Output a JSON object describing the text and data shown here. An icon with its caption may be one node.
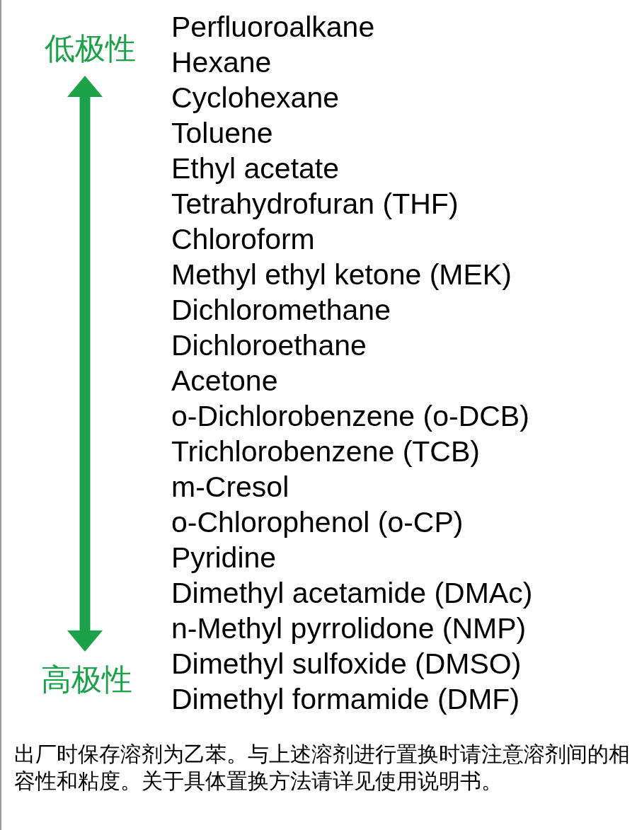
{
  "diagram": {
    "labels": [
      "低极性",
      "Perfluoroalkane",
      "Hexane",
      "Cyclohexane",
      "Toluene",
      "Ethyl acetate",
      "Tetrahydrofuran (THF)",
      "Chloroform",
      "Methyl ethyl ketone (MEK)",
      "Dichloromethane",
      "Dichloroethane",
      "Acetone",
      "o-Dichlorobenzene (o-DCB)",
      "Trichlorobenzene (TCB)",
      "m-Cresol",
      "o-Chlorophenol (o-CP)",
      "Pyridine",
      "Dimethyl acetamide (DMAc)",
      "n-Methyl pyrrolidone (NMP)",
      "Dimethyl sulfoxide (DMSO)",
      "Dimethyl formamide (DMF)",
      "高极性"
    ],
    "caption": "出厂时保存溶剂为乙苯。与上述溶剂进行置换时请注意溶剂间的相容性和粘度。关于具体置换方法请详见使用说明书。"
  }
}
